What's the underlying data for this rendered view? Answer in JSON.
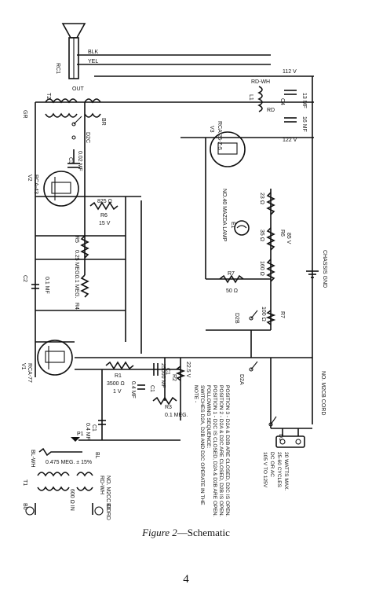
{
  "caption": {
    "figure": "Figure 2",
    "rest": "—Schematic"
  },
  "page_number": "4",
  "tubes": {
    "v1": {
      "ref": "V1",
      "type": "RCA-77"
    },
    "v2": {
      "ref": "V2",
      "type": "RCA-43"
    },
    "v3": {
      "ref": "V3",
      "type": "RCA 25-Z-5"
    }
  },
  "transformers": {
    "t1": "T1",
    "t2": "T2"
  },
  "speaker": {
    "ref": "RC1",
    "lead1": "BLK",
    "lead2": "YEL",
    "out": "OUT"
  },
  "wire_colors": {
    "gr": "GR",
    "br": "BR",
    "rd_wh": "RD-WH",
    "rd": "RD",
    "bl_wh": "BL-WH",
    "bl": "BL",
    "bl_wh2": "BL-WH",
    "rd_wh2": "RD-WH"
  },
  "voltages": {
    "v112": "112 V",
    "v122": "122 V",
    "v85": "85 V",
    "v22_5": "22.5 V",
    "v1": "1 V",
    "v15": "15 V"
  },
  "capacitors": {
    "c1": {
      "ref": "C1",
      "value": "0.4 MF"
    },
    "c1b": {
      "ref": "C1",
      "value": "0.4 MF"
    },
    "c2": {
      "ref": "C2",
      "value": "0.1 MF"
    },
    "c3": {
      "ref": "C3",
      "value": "0.02 MF"
    },
    "c4a": {
      "ref": "C4",
      "value": "13 MF"
    },
    "c4b": {
      "value": "16 MF"
    },
    "c1c": {
      "ref": "C1",
      "value": "25000 MF"
    }
  },
  "resistors": {
    "r1": {
      "ref": "R1",
      "value": "3500 Ω"
    },
    "r2": {
      "ref": "R2"
    },
    "r3": {
      "ref": "R3",
      "value": "0.1 MEG."
    },
    "r4": {
      "ref": "R4",
      "value": "0.1 MEG."
    },
    "r5": {
      "ref": "R5",
      "value": "0.25 MEG."
    },
    "r6": {
      "ref": "R6",
      "value": "825 Ω"
    },
    "r6b": {
      "ref": "R6",
      "tap1": "23 Ω",
      "tap2": "35 Ω",
      "tap3": "160 Ω"
    },
    "r7": {
      "ref": "R7",
      "value": "50 Ω"
    },
    "r7b": {
      "ref": "R7",
      "value": "100 Ω"
    }
  },
  "misc": {
    "l1": "L1",
    "e1": {
      "ref": "E1",
      "desc": "NO.40 MAZDA LAMP"
    },
    "p1": {
      "ref": "P1",
      "value": "0.475 MEG. ± 15%"
    },
    "d1": "D1",
    "d2a": "D2A",
    "d2b": "D2B",
    "d2c": "D2C",
    "chassis_gnd": "CHASSIS GND",
    "t1_cord": "NO. M2CC CORD",
    "t1_imp": "600 Ω IN",
    "d1_cord": "NO. M2CB CORD",
    "supply": [
      "105 V TO 125V",
      "DC OR AC",
      "25-60 CYCLES",
      "20 WATTS MAX."
    ],
    "b0": "B0",
    "b0b": "B0"
  },
  "note": [
    "NOTE -",
    "SWITCHES D2A, D2B AND D2C OPERATE IN THE",
    "FOLLOWING SEQUENCE:",
    "POSITION 1 - D2C IS CLOSED, D2A & D2B ARE OPEN.",
    "POSITION 2 - D2A & D2C ARE CLOSED, D2B IS OPEN.",
    "POSITION 3 - D2A & D2B ARE CLOSED, D2C IS OPEN."
  ]
}
